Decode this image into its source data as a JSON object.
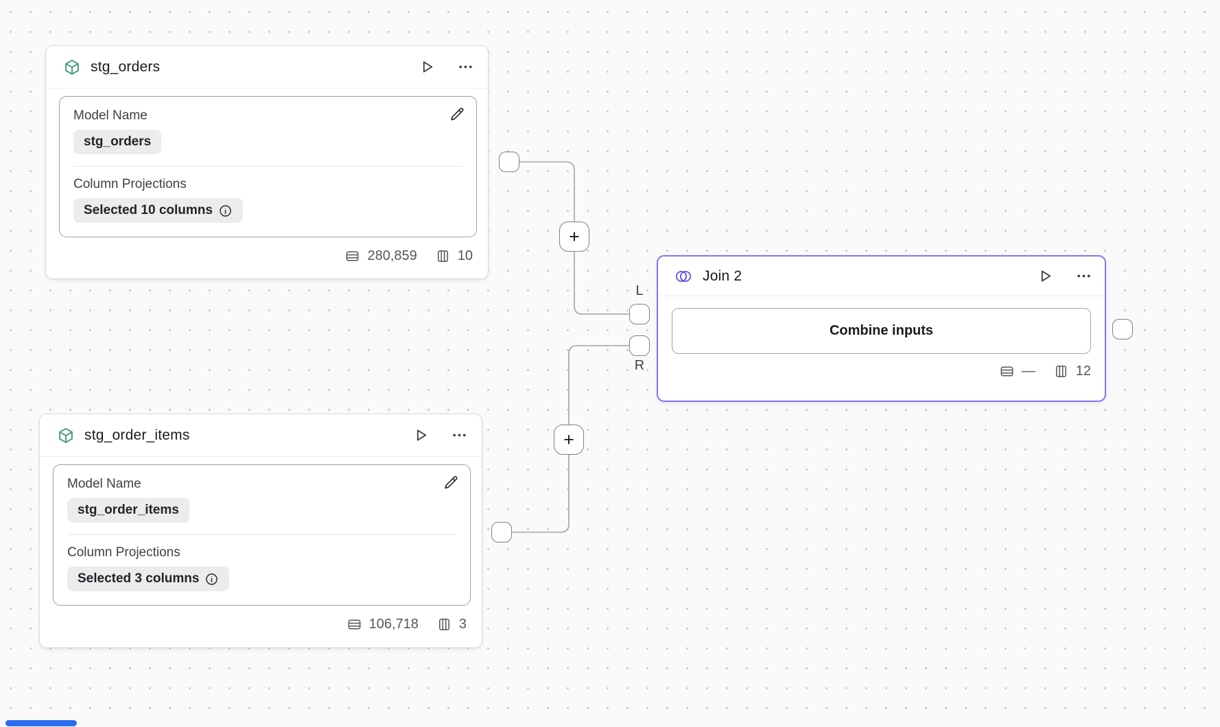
{
  "canvas": {
    "background": "#fafafa",
    "dot_color": "#c7c7cc",
    "scrollbar_color": "#2c6bed"
  },
  "ui": {
    "plus_label": "+"
  },
  "nodes": {
    "stg_orders": {
      "title": "stg_orders",
      "icon": "cube-icon",
      "icon_color": "#3a9c70",
      "fields": {
        "model_name": {
          "label": "Model Name",
          "value": "stg_orders"
        },
        "column_projections": {
          "label": "Column Projections",
          "value": "Selected 10 columns"
        }
      },
      "stats": {
        "rows": "280,859",
        "columns": "10"
      }
    },
    "stg_order_items": {
      "title": "stg_order_items",
      "icon": "cube-icon",
      "icon_color": "#3a9c70",
      "fields": {
        "model_name": {
          "label": "Model Name",
          "value": "stg_order_items"
        },
        "column_projections": {
          "label": "Column Projections",
          "value": "Selected 3 columns"
        }
      },
      "stats": {
        "rows": "106,718",
        "columns": "3"
      }
    },
    "join": {
      "title": "Join 2",
      "icon": "venn-icon",
      "accent": "#8673f2",
      "button": "Combine inputs",
      "ports": {
        "left": "L",
        "right": "R"
      },
      "stats": {
        "rows": "—",
        "columns": "12"
      }
    }
  }
}
